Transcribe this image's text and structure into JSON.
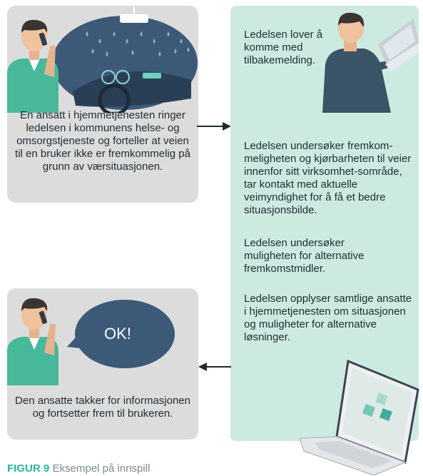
{
  "scenario": {
    "step1_text": "En ansatt i hjemmetjenesten ringer ledelsen i kommunens helse- og omsorgstjeneste og forteller at veien til en bruker ikke er fremkommelig på grunn av værsituasjonen.",
    "step2_text": "Ledelsen lover å komme med tilbakemelding.",
    "step3_text": "Ledelsen undersøker fremkom-meligheten og kjørbarheten til veier innenfor sitt virksomhet-sområde, tar kontakt med aktuelle veimyndighet for å få et bedre situasjonsbilde.",
    "step4_text": "Ledelsen undersøker muligheten for alternative fremkomstmidler.",
    "step5_text": "Ledelsen opplyser samtlige ansatte i hjemmetjenesten om situasjonen og muligheter for alternative løsninger.",
    "ok_bubble": "OK!",
    "step6_text": "Den ansatte takker for informasjonen og fortsetter frem til brukeren."
  },
  "caption": {
    "label": "FIGUR 9",
    "text": "Eksempel på innspill"
  },
  "colors": {
    "grey_panel": "#dcdcdc",
    "mint_panel": "#cdeae0",
    "bubble": "#3c5a78",
    "accent": "#2bb3a2"
  }
}
